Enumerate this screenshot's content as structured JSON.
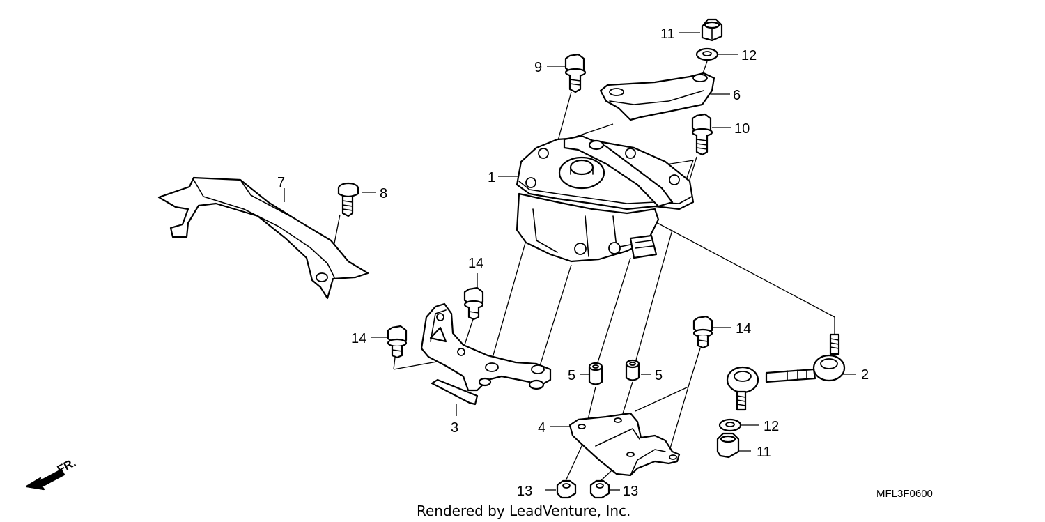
{
  "callouts": [
    {
      "id": "c1",
      "label": "1"
    },
    {
      "id": "c2",
      "label": "2"
    },
    {
      "id": "c3",
      "label": "3"
    },
    {
      "id": "c4",
      "label": "4"
    },
    {
      "id": "c5a",
      "label": "5"
    },
    {
      "id": "c5b",
      "label": "5"
    },
    {
      "id": "c6",
      "label": "6"
    },
    {
      "id": "c7",
      "label": "7"
    },
    {
      "id": "c8",
      "label": "8"
    },
    {
      "id": "c9",
      "label": "9"
    },
    {
      "id": "c10",
      "label": "10"
    },
    {
      "id": "c11a",
      "label": "11"
    },
    {
      "id": "c11b",
      "label": "11"
    },
    {
      "id": "c12a",
      "label": "12"
    },
    {
      "id": "c12b",
      "label": "12"
    },
    {
      "id": "c13a",
      "label": "13"
    },
    {
      "id": "c13b",
      "label": "13"
    },
    {
      "id": "c14a",
      "label": "14"
    },
    {
      "id": "c14b",
      "label": "14"
    },
    {
      "id": "c14c",
      "label": "14"
    }
  ],
  "diagram_code": "MFL3F0600",
  "credit": "Rendered by LeadVenture, Inc.",
  "direction_indicator": {
    "text": "FR.",
    "icon": "front-direction-arrow-icon"
  }
}
